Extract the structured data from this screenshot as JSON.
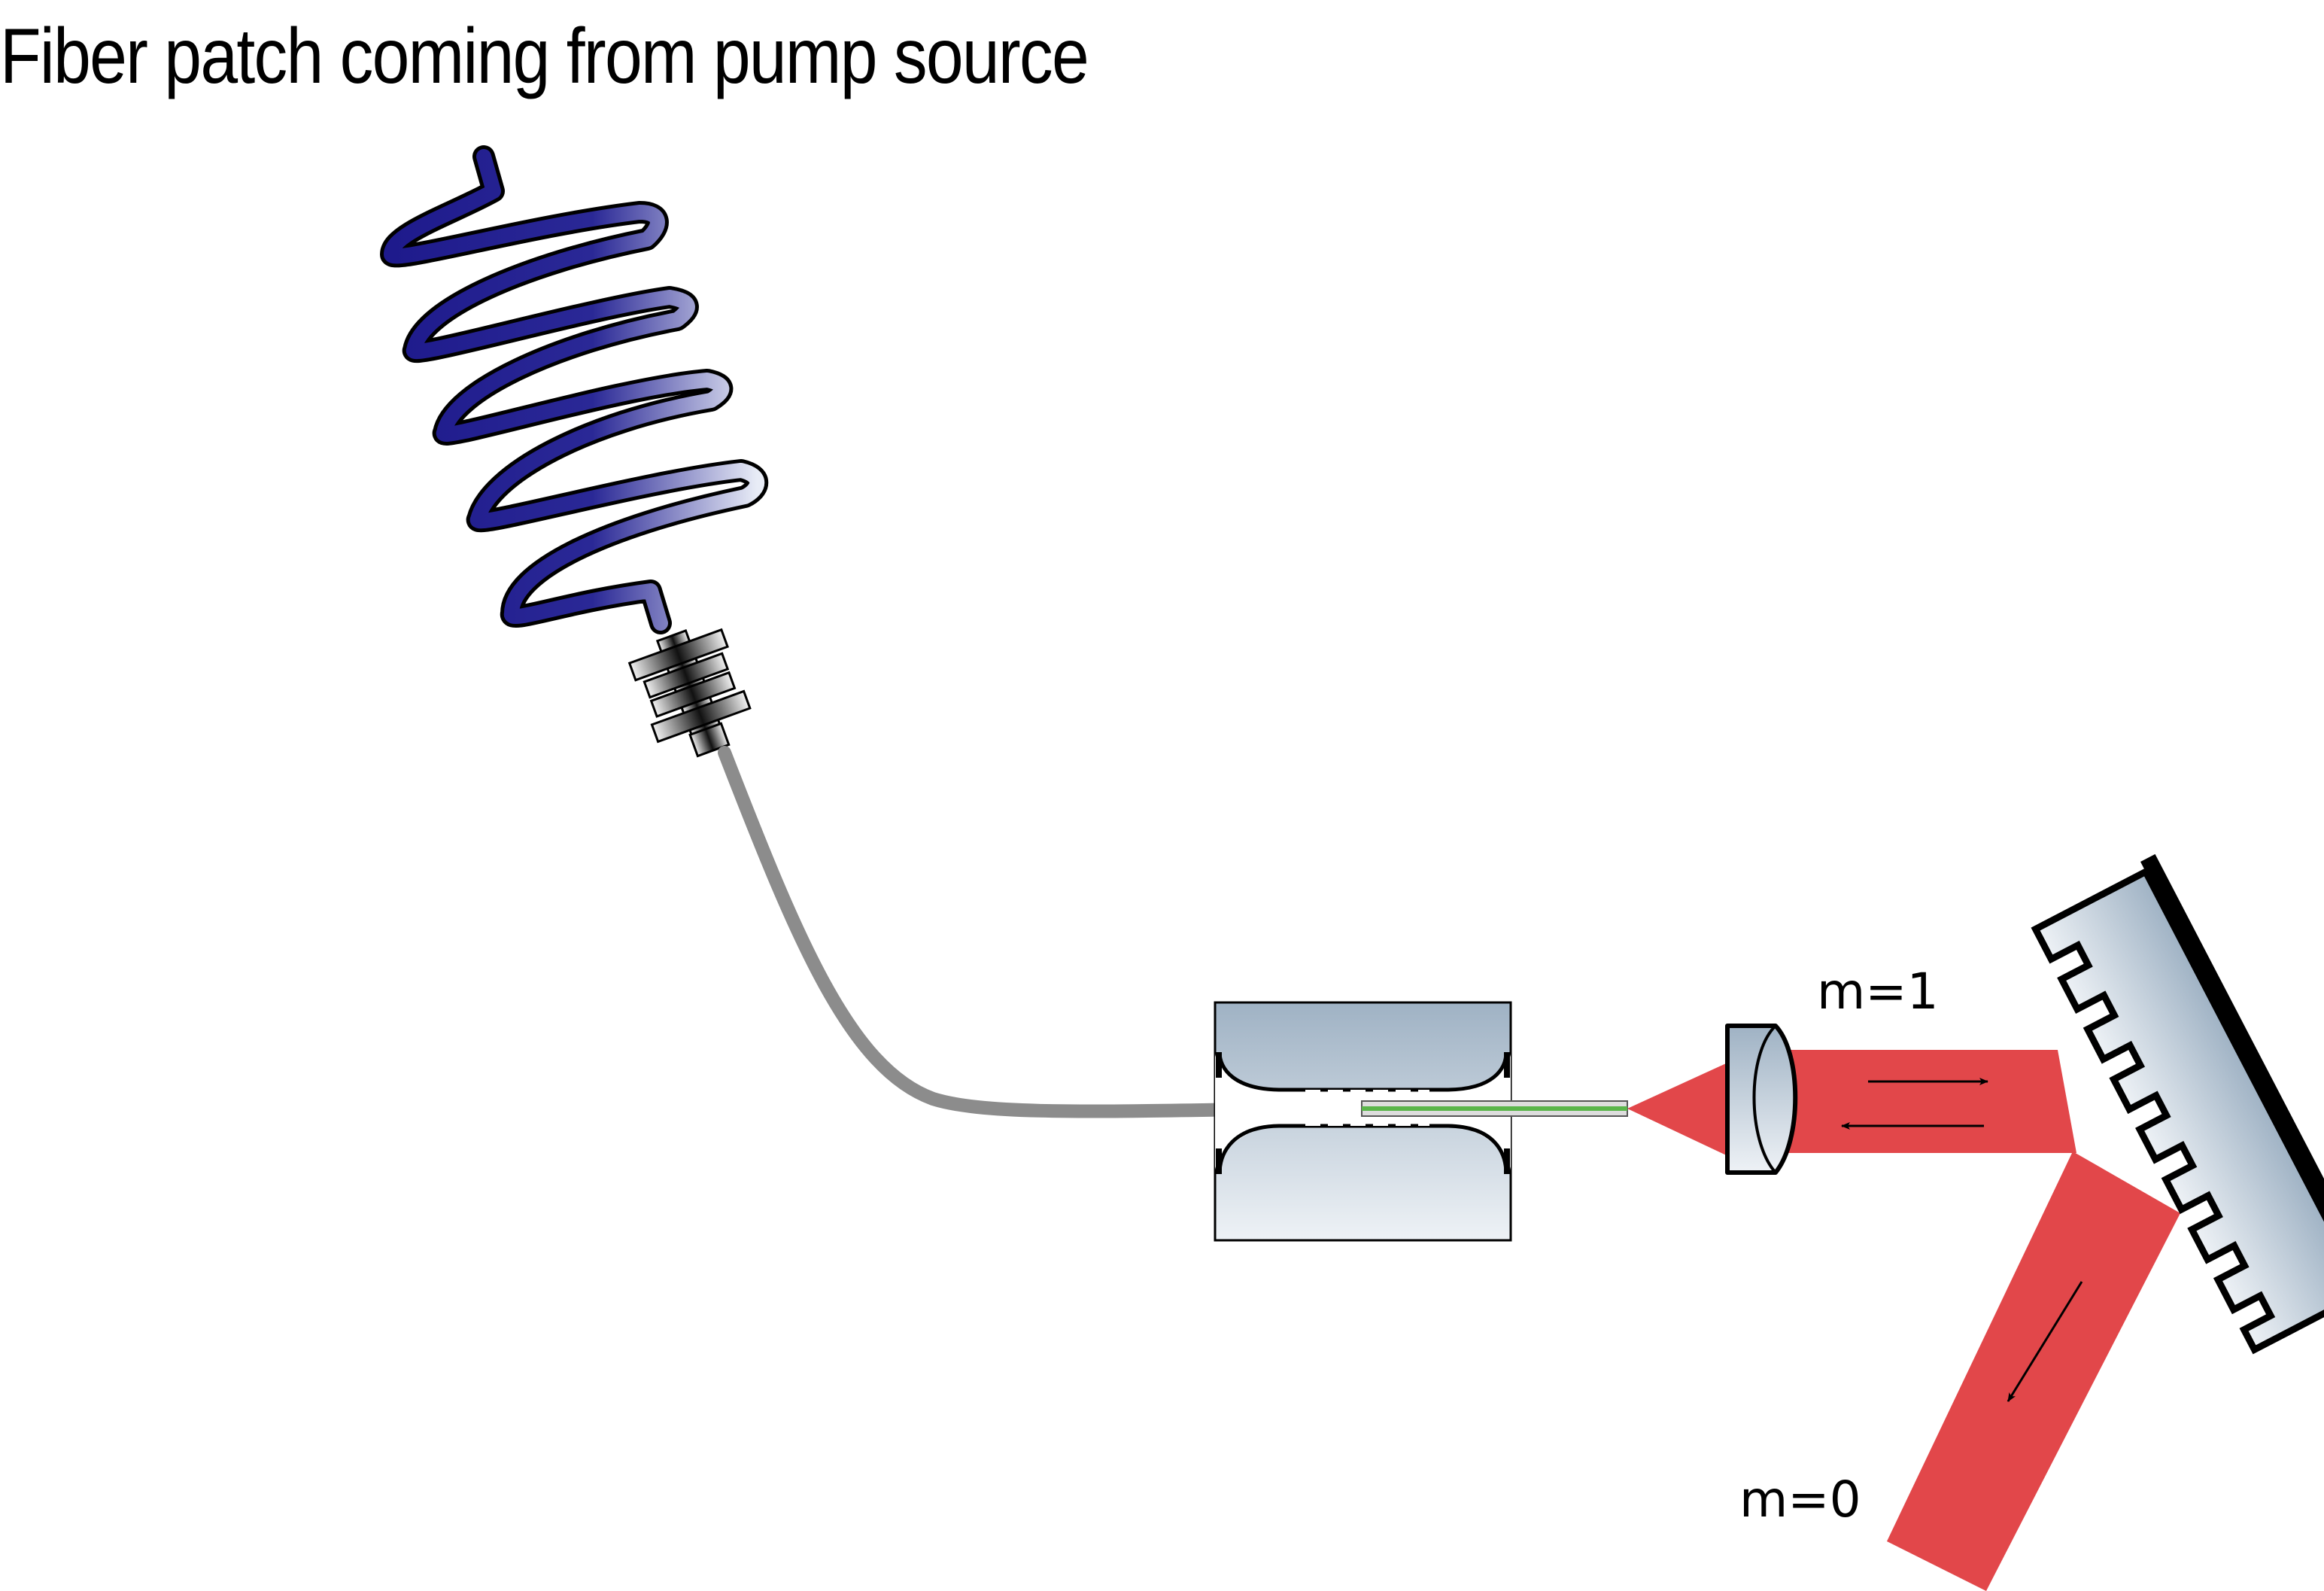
{
  "title": "Fiber patch coming from pump source",
  "labels": {
    "first_order": "m=1",
    "zero_order": "m=0"
  },
  "colors": {
    "fiber_coil_dark": "#1e1a8c",
    "fiber_coil_light": "#e8ecf6",
    "fiber_cable": "#8c8c8c",
    "fiber_core": "#5ab54a",
    "optic_body_top": "#9fb2c4",
    "optic_body_bottom": "#eef2f6",
    "laser_beam": "#e2474a",
    "outline": "#000000"
  },
  "icons": [
    "fiber-coil-icon",
    "fiber-connector-icon",
    "fiber-holder-icon",
    "collimating-lens-icon",
    "diffraction-grating-icon"
  ]
}
